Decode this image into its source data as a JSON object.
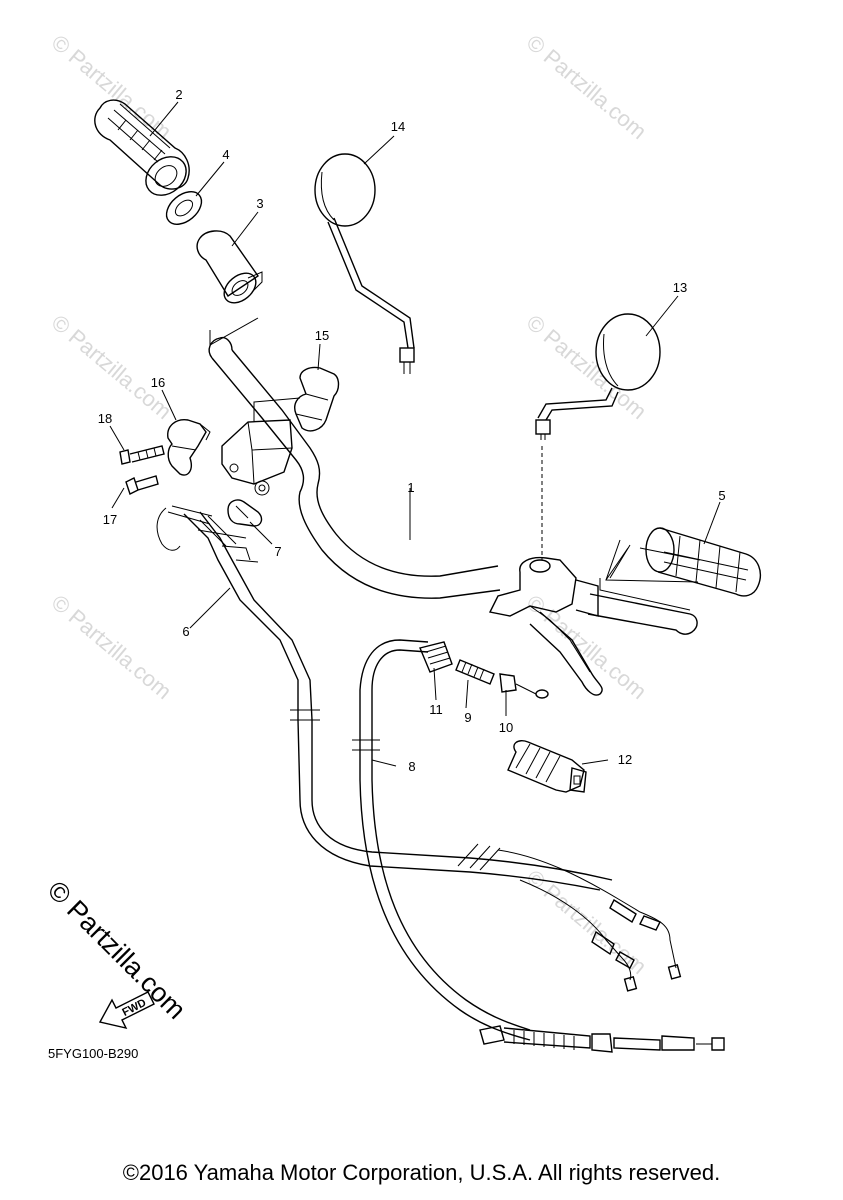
{
  "diagram": {
    "code": "5FYG100-B290",
    "watermark": "© Partzilla.com",
    "fwd_label": "FWD",
    "copyright": "©2016 Yamaha Motor Corporation, U.S.A. All rights reserved.",
    "callouts": [
      "1",
      "2",
      "3",
      "4",
      "5",
      "6",
      "7",
      "8",
      "9",
      "10",
      "11",
      "12",
      "13",
      "14",
      "15",
      "16",
      "17",
      "18"
    ]
  }
}
